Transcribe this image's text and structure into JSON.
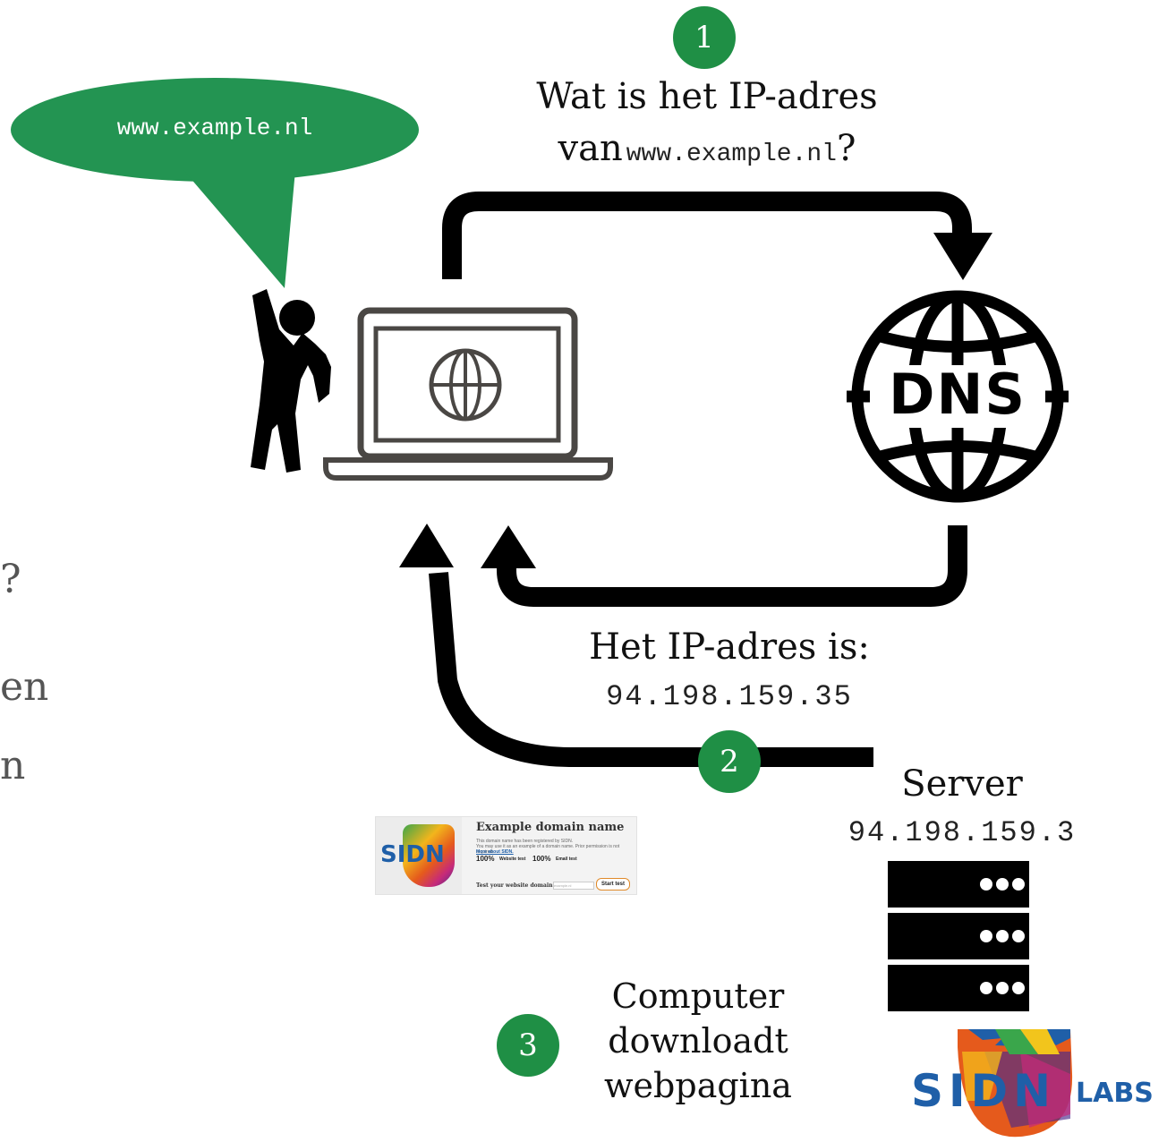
{
  "speech_bubble": {
    "text": "www.example.nl",
    "color": "#239452"
  },
  "step1": {
    "number": "1",
    "line1": "Wat is het IP-adres",
    "line2_prefix": "van",
    "line2_domain": "www.example.nl",
    "line2_suffix": "?"
  },
  "step2": {
    "number": "2",
    "line1": "Het IP-adres is:",
    "ip": "94.198.159.35"
  },
  "step3": {
    "number": "3",
    "line1": "Computer",
    "line2": "downloadt",
    "line3": "webpagina"
  },
  "server": {
    "label": "Server",
    "ip": "94.198.159.3"
  },
  "dns": {
    "label": "DNS"
  },
  "thumbnail": {
    "title": "Example domain name",
    "text1": "This domain name has been registered by SIDN.",
    "text2": "You may use it as an example of a domain name. Prior permission is not required.",
    "link": "More about SIDN.",
    "score1": "100%",
    "score1_label": "Website test",
    "score2": "100%",
    "score2_label": "Email test",
    "footer_label": "Test your website domain name:",
    "input_placeholder": "example.nl",
    "button": "Start test"
  },
  "logo": {
    "letters": "SIDN",
    "labs": "LABS"
  },
  "cutoff_text": {
    "line1": "?",
    "line2": "en",
    "line3": "n"
  },
  "colors": {
    "green": "#239452",
    "badge": "#1f8f45",
    "sidn_blue": "#1f5fa8"
  }
}
